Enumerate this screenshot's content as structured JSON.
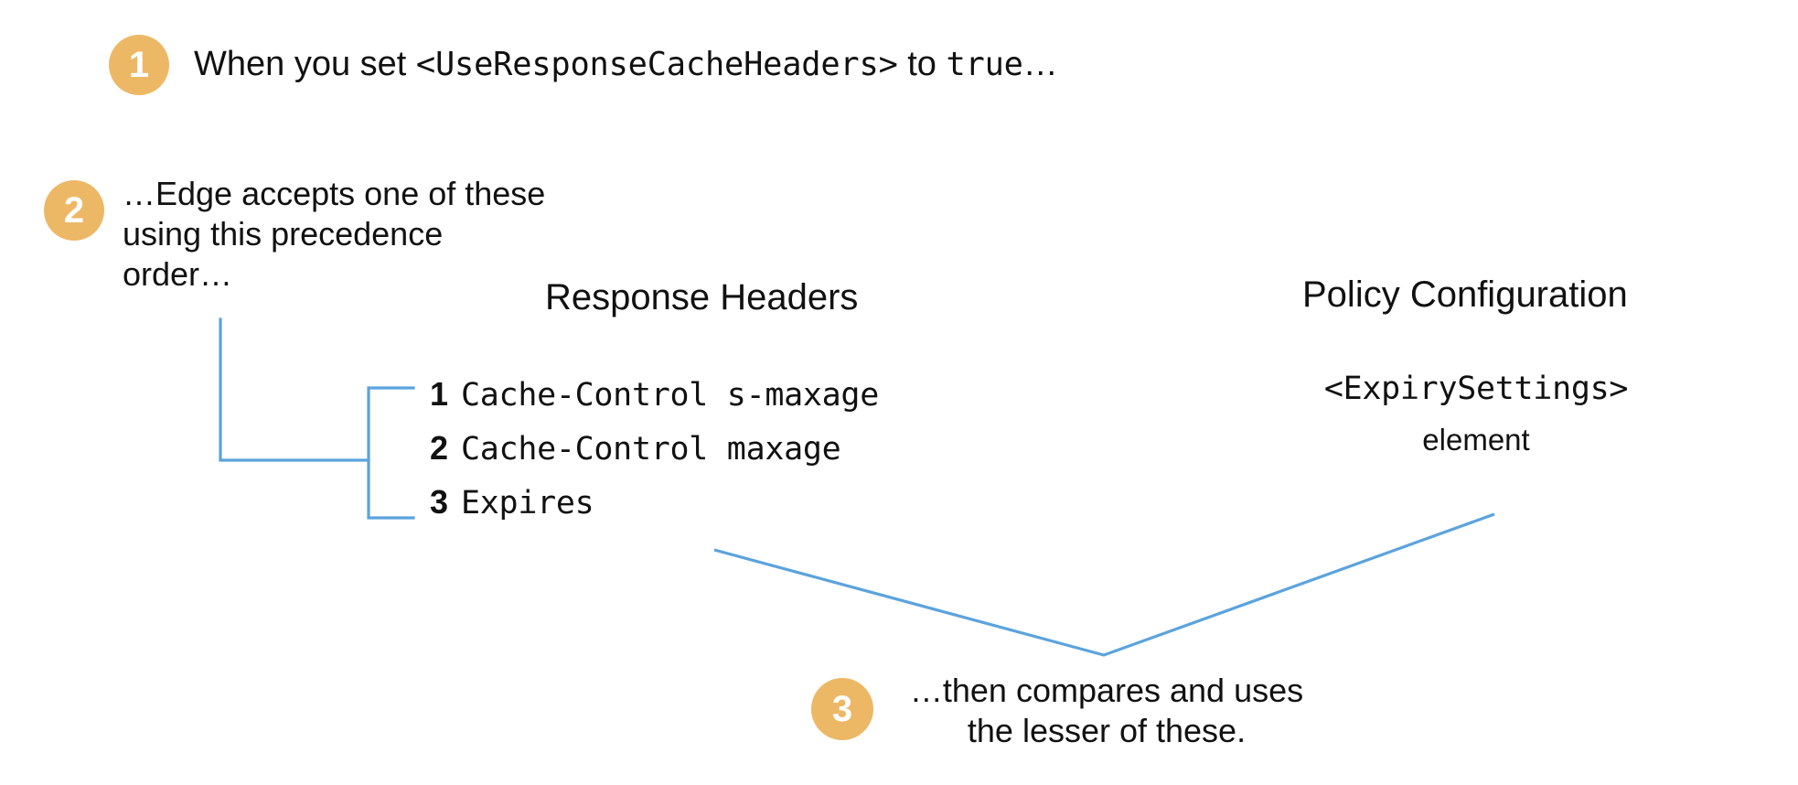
{
  "diagram": {
    "title": "Edge response cache header precedence and expiry comparison",
    "accent_color": "#edb866",
    "connector_color": "#5ba3dd",
    "text_color": "#111111",
    "background_color": "#ffffff"
  },
  "callouts": [
    {
      "number": "1",
      "text_prefix": "When you set ",
      "text_code_tag": "<UseResponseCacheHeaders>",
      "text_middle": " to ",
      "text_code_value": "true",
      "text_suffix": "…"
    },
    {
      "number": "2",
      "text": "…Edge accepts one of these\nusing this precedence\norder…"
    },
    {
      "number": "3",
      "text": "…then compares and uses\nthe lesser of these."
    }
  ],
  "columns": {
    "response_headers": {
      "title": "Response Headers",
      "items": [
        {
          "rank": "1",
          "name": "Cache-Control s-maxage"
        },
        {
          "rank": "2",
          "name": "Cache-Control maxage"
        },
        {
          "rank": "3",
          "name": "Expires"
        }
      ]
    },
    "policy_configuration": {
      "title": "Policy Configuration",
      "element_name": "<ExpirySettings>",
      "element_label": "element"
    }
  }
}
